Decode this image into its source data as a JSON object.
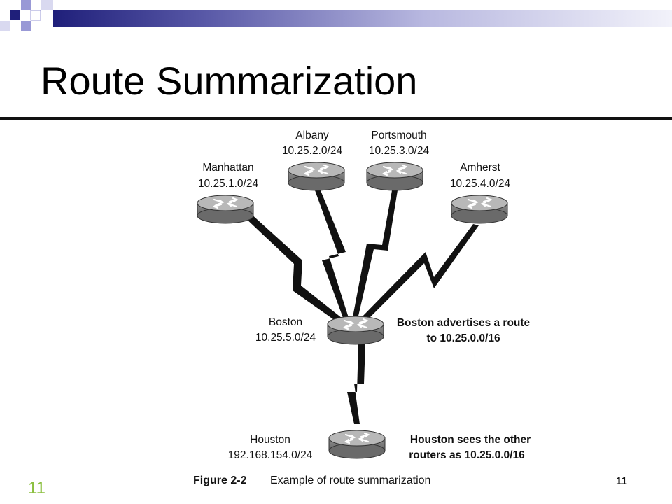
{
  "slide": {
    "title": "Route Summarization",
    "page_number_left": "11",
    "page_number_right": "11"
  },
  "theme": {
    "accent_navy": "#1f1f7a",
    "accent_lavender": "#9999d6",
    "page_number_color": "#8bbf3f"
  },
  "diagram": {
    "routers": [
      {
        "id": "manhattan",
        "name": "Manhattan",
        "subnet": "10.25.1.0/24"
      },
      {
        "id": "albany",
        "name": "Albany",
        "subnet": "10.25.2.0/24"
      },
      {
        "id": "portsmouth",
        "name": "Portsmouth",
        "subnet": "10.25.3.0/24"
      },
      {
        "id": "amherst",
        "name": "Amherst",
        "subnet": "10.25.4.0/24"
      },
      {
        "id": "boston",
        "name": "Boston",
        "subnet": "10.25.5.0/24"
      },
      {
        "id": "houston",
        "name": "Houston",
        "subnet": "192.168.154.0/24"
      }
    ],
    "links": [
      {
        "from": "manhattan",
        "to": "boston",
        "type": "serial"
      },
      {
        "from": "albany",
        "to": "boston",
        "type": "serial"
      },
      {
        "from": "portsmouth",
        "to": "boston",
        "type": "serial"
      },
      {
        "from": "amherst",
        "to": "boston",
        "type": "serial"
      },
      {
        "from": "boston",
        "to": "houston",
        "type": "serial"
      }
    ],
    "notes": {
      "boston": [
        "Boston advertises a route",
        "to 10.25.0.0/16"
      ],
      "houston": [
        "Houston sees the other",
        "routers as 10.25.0.0/16"
      ]
    },
    "icons": {
      "router": "router-icon",
      "serial_link": "serial-link-icon"
    }
  },
  "caption": {
    "number": "Figure 2-2",
    "text": "Example of route summarization"
  }
}
